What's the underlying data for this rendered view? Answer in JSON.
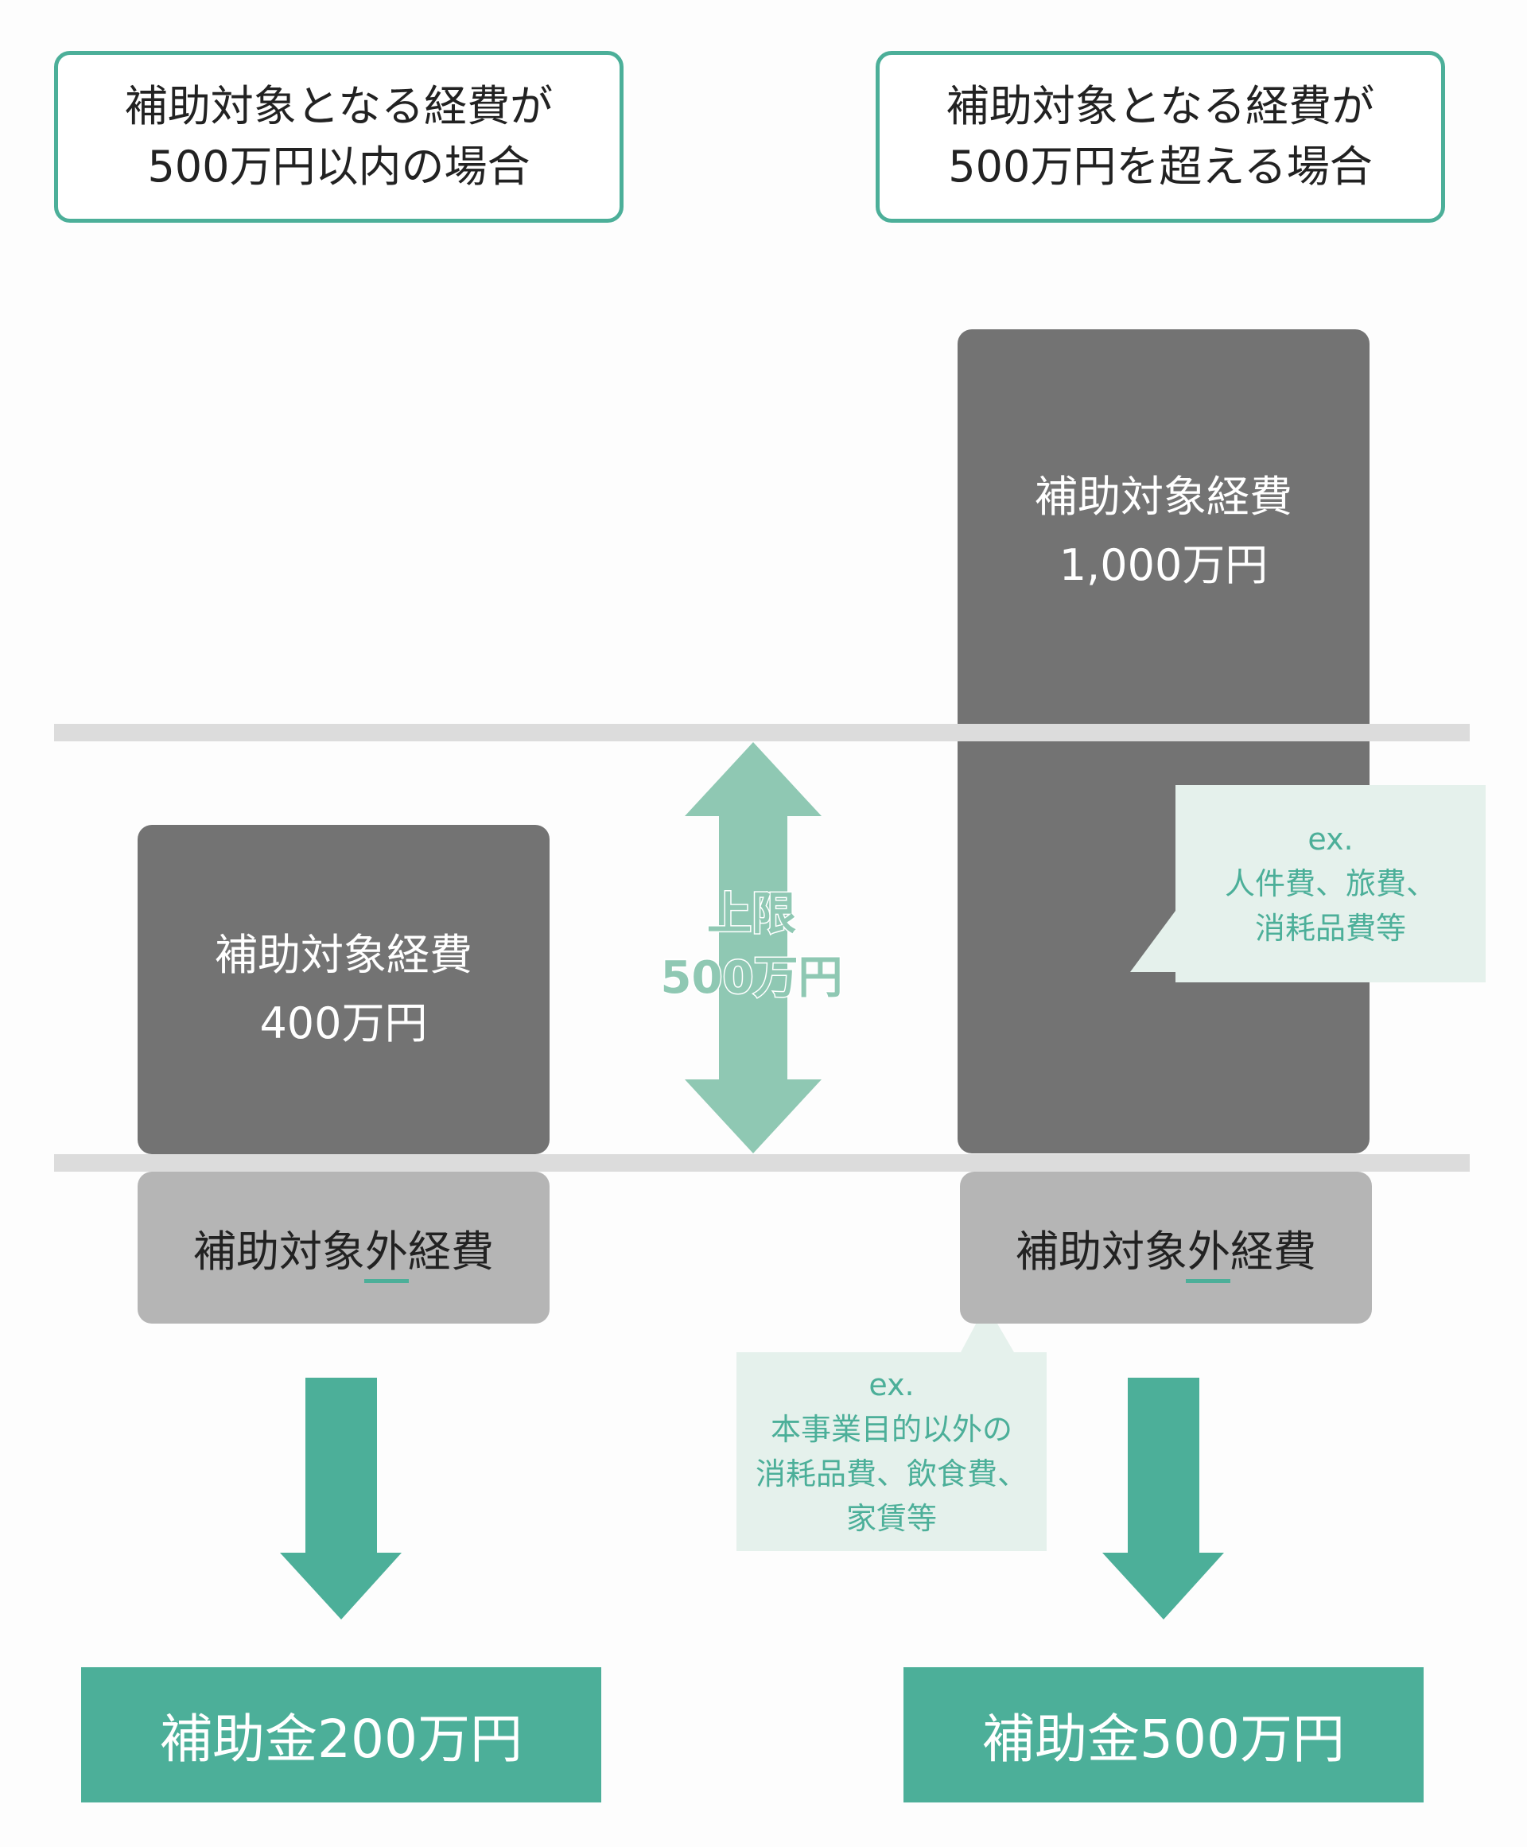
{
  "left": {
    "header_line1": "補助対象となる経費が",
    "header_line2": "500万円以内の場合",
    "covered_label": "補助対象経費",
    "covered_amount": "400万円",
    "excluded_label": "補助対象外経費",
    "result": "補助金200万円"
  },
  "right": {
    "header_line1": "補助対象となる経費が",
    "header_line2": "500万円を超える場合",
    "covered_label": "補助対象経費",
    "covered_amount": "1,000万円",
    "excluded_label": "補助対象外経費",
    "result": "補助金500万円"
  },
  "limit": {
    "line1": "上限",
    "line2": "500万円"
  },
  "callout_covered": {
    "line1": "ex.",
    "line2": "人件費、旅費、",
    "line3": "消耗品費等"
  },
  "callout_excluded": {
    "line1": "ex.",
    "line2": "本事業目的以外の",
    "line3": "消耗品費、飲食費、",
    "line4": "家賃等"
  },
  "colors": {
    "accent": "#4caf99",
    "accent_light": "#8fc8b3",
    "callout_bg": "#e5f1ec",
    "covered_box": "#737373",
    "excluded_box": "#b5b5b5",
    "limit_line": "#dcdcdc"
  },
  "icons": {
    "limit_arrow": "double-vertical-arrow-icon",
    "down_arrow": "down-arrow-icon"
  }
}
